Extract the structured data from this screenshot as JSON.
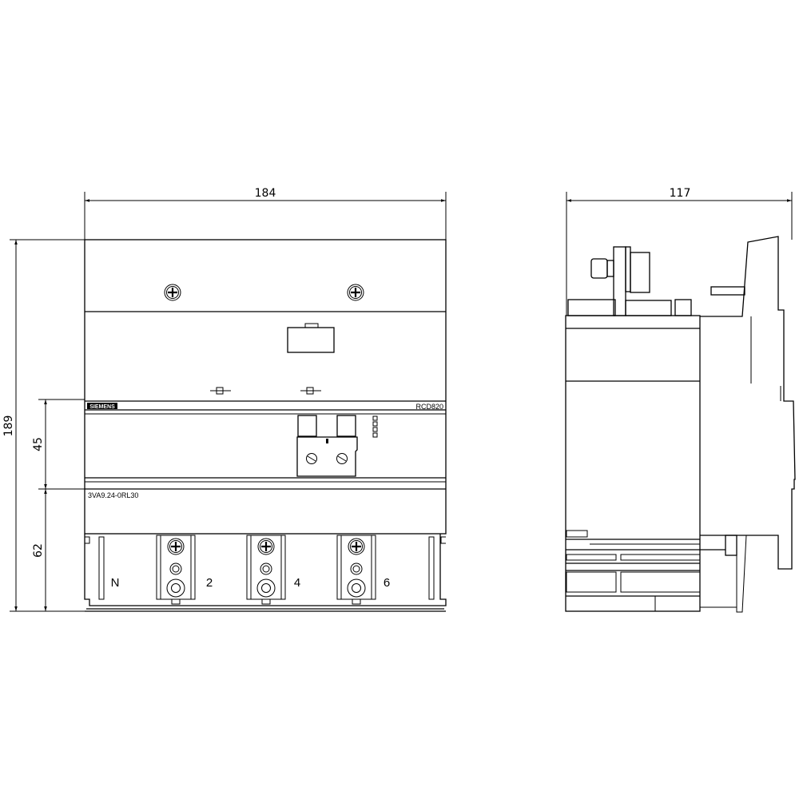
{
  "dimensions": {
    "width_front": "184",
    "depth_side": "117",
    "height_total": "189",
    "height_upper": "45",
    "height_lower": "62"
  },
  "front_view": {
    "brand_logo": "SIEMENS",
    "model": "RCD820",
    "part_number": "3VA9.24-0RL30",
    "terminal_labels": [
      "N",
      "2",
      "4",
      "6"
    ]
  }
}
